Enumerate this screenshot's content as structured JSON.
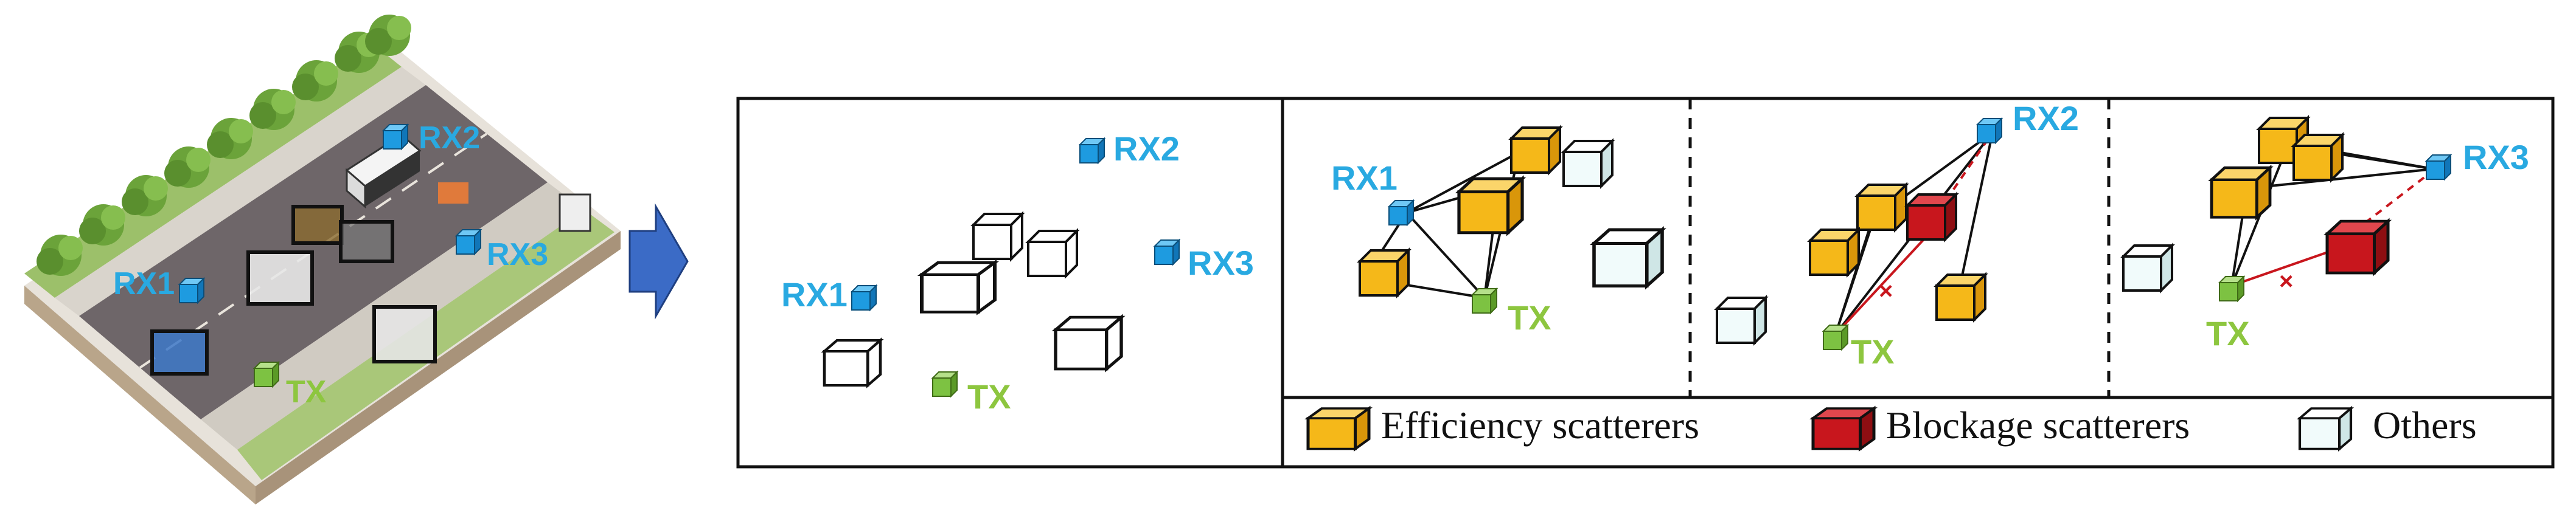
{
  "colors": {
    "rx_label": "#29A9E1",
    "tx_label": "#8DC63F",
    "efficiency": "#F5B819",
    "blockage": "#C8161D",
    "others": "#EAF8F8",
    "arrow": "#3B6BC6"
  },
  "scene": {
    "rx1_label": "RX1",
    "rx2_label": "RX2",
    "rx3_label": "RX3",
    "tx_label": "TX"
  },
  "abstract_panel": {
    "rx1_label": "RX1",
    "rx2_label": "RX2",
    "rx3_label": "RX3",
    "tx_label": "TX"
  },
  "sub_panel_1": {
    "rx_label": "RX1",
    "tx_label": "TX"
  },
  "sub_panel_2": {
    "rx_label": "RX2",
    "tx_label": "TX",
    "block_mark": "×"
  },
  "sub_panel_3": {
    "rx_label": "RX3",
    "tx_label": "TX",
    "block_mark": "×"
  },
  "legend": {
    "efficiency": "Efficiency scatterers",
    "blockage": "Blockage scatterers",
    "others": "Others"
  }
}
